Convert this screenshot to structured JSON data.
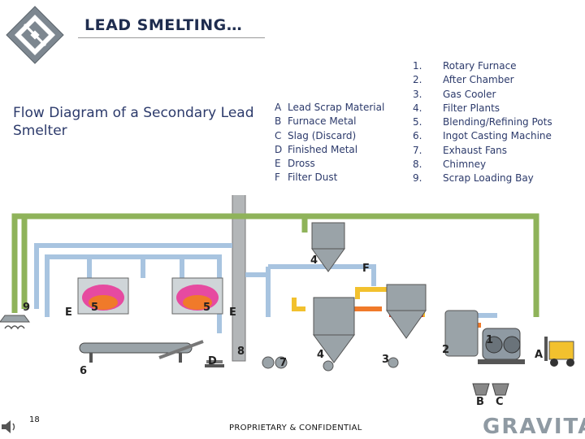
{
  "title": "LEAD SMELTING…",
  "subtitle": "Flow Diagram of a Secondary Lead Smelter",
  "materials": [
    {
      "key": "A",
      "label": "Lead Scrap Material"
    },
    {
      "key": "B",
      "label": "Furnace Metal"
    },
    {
      "key": "C",
      "label": "Slag (Discard)"
    },
    {
      "key": "D",
      "label": "Finished Metal"
    },
    {
      "key": "E",
      "label": "Dross"
    },
    {
      "key": "F",
      "label": "Filter Dust"
    }
  ],
  "equipment": [
    {
      "num": "1.",
      "label": "Rotary Furnace"
    },
    {
      "num": "2.",
      "label": "After Chamber"
    },
    {
      "num": "3.",
      "label": "Gas Cooler"
    },
    {
      "num": "4.",
      "label": "Filter Plants"
    },
    {
      "num": "5.",
      "label": "Blending/Refining Pots"
    },
    {
      "num": "6.",
      "label": "Ingot Casting Machine"
    },
    {
      "num": "7.",
      "label": "Exhaust Fans"
    },
    {
      "num": "8.",
      "label": "Chimney"
    },
    {
      "num": "9.",
      "label": "Scrap Loading Bay"
    }
  ],
  "diagram_labels": {
    "n1": "1",
    "n2": "2",
    "n3": "3",
    "n4a": "4",
    "n4b": "4",
    "n5a": "5",
    "n5b": "5",
    "n6": "6",
    "n7": "7",
    "n8": "8",
    "n9": "9",
    "lA": "A",
    "lB": "B",
    "lC": "C",
    "lD": "D",
    "lE1": "E",
    "lE2": "E",
    "lF": "F"
  },
  "colors": {
    "pipe_green": "#8fb35a",
    "pipe_blue": "#a8c4e0",
    "pipe_yellow": "#f2c12e",
    "pipe_orange": "#f07a2a",
    "pipe_red": "#d9412b",
    "equipment_gray": "#9aa3a8",
    "brand_gray": "#8f9aa3",
    "title_navy": "#1f2d4f"
  },
  "footer": {
    "slide_number": "18",
    "confidential": "PROPRIETARY & CONFIDENTIAL",
    "brand": "GRAVITA"
  }
}
